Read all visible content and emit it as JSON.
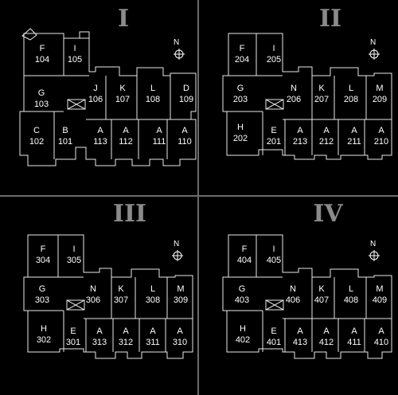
{
  "floors": [
    {
      "title": "I",
      "north": "N",
      "units": [
        {
          "letter": "F",
          "number": "104"
        },
        {
          "letter": "I",
          "number": "105"
        },
        {
          "letter": "G",
          "number": "103"
        },
        {
          "letter": "J",
          "number": "106"
        },
        {
          "letter": "K",
          "number": "107"
        },
        {
          "letter": "L",
          "number": "108"
        },
        {
          "letter": "D",
          "number": "109"
        },
        {
          "letter": "C",
          "number": "102"
        },
        {
          "letter": "B",
          "number": "101"
        },
        {
          "letter": "A",
          "number": "113"
        },
        {
          "letter": "A",
          "number": "112"
        },
        {
          "letter": "A",
          "number": "111"
        },
        {
          "letter": "A",
          "number": "110"
        }
      ]
    },
    {
      "title": "II",
      "north": "N",
      "units": [
        {
          "letter": "F",
          "number": "204"
        },
        {
          "letter": "I",
          "number": "205"
        },
        {
          "letter": "G",
          "number": "203"
        },
        {
          "letter": "N",
          "number": "206"
        },
        {
          "letter": "K",
          "number": "207"
        },
        {
          "letter": "L",
          "number": "208"
        },
        {
          "letter": "M",
          "number": "209"
        },
        {
          "letter": "H",
          "number": "202"
        },
        {
          "letter": "E",
          "number": "201"
        },
        {
          "letter": "A",
          "number": "213"
        },
        {
          "letter": "A",
          "number": "212"
        },
        {
          "letter": "A",
          "number": "211"
        },
        {
          "letter": "A",
          "number": "210"
        }
      ]
    },
    {
      "title": "III",
      "north": "N",
      "units": [
        {
          "letter": "F",
          "number": "304"
        },
        {
          "letter": "I",
          "number": "305"
        },
        {
          "letter": "G",
          "number": "303"
        },
        {
          "letter": "N",
          "number": "306"
        },
        {
          "letter": "K",
          "number": "307"
        },
        {
          "letter": "L",
          "number": "308"
        },
        {
          "letter": "M",
          "number": "309"
        },
        {
          "letter": "H",
          "number": "302"
        },
        {
          "letter": "E",
          "number": "301"
        },
        {
          "letter": "A",
          "number": "313"
        },
        {
          "letter": "A",
          "number": "312"
        },
        {
          "letter": "A",
          "number": "311"
        },
        {
          "letter": "A",
          "number": "310"
        }
      ]
    },
    {
      "title": "IV",
      "north": "N",
      "units": [
        {
          "letter": "F",
          "number": "404"
        },
        {
          "letter": "I",
          "number": "405"
        },
        {
          "letter": "G",
          "number": "403"
        },
        {
          "letter": "N",
          "number": "406"
        },
        {
          "letter": "K",
          "number": "407"
        },
        {
          "letter": "L",
          "number": "408"
        },
        {
          "letter": "M",
          "number": "409"
        },
        {
          "letter": "H",
          "number": "402"
        },
        {
          "letter": "E",
          "number": "401"
        },
        {
          "letter": "A",
          "number": "413"
        },
        {
          "letter": "A",
          "number": "412"
        },
        {
          "letter": "A",
          "number": "411"
        },
        {
          "letter": "A",
          "number": "410"
        }
      ]
    }
  ]
}
